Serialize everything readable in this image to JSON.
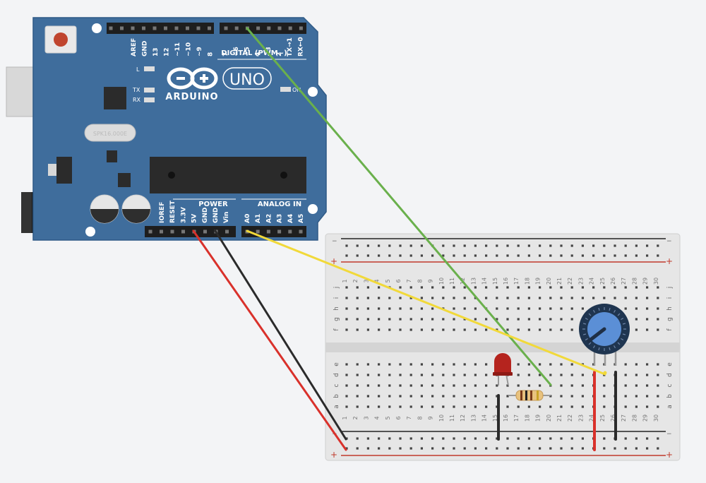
{
  "arduino": {
    "brand": "ARDUINO",
    "model": "UNO",
    "digital_header_label": "DIGITAL (PWM~)",
    "power_header_label": "POWER",
    "analog_header_label": "ANALOG IN",
    "led_labels": {
      "l": "L",
      "tx": "TX",
      "rx": "RX",
      "on": "ON"
    },
    "crystal_label": "SPK16.000E",
    "digital_pins_left": [
      "AREF",
      "GND",
      "13",
      "12",
      "~11",
      "~10",
      "~9",
      "8"
    ],
    "digital_pins_right": [
      "7",
      "~6",
      "~5",
      "4",
      "~3",
      "2",
      "TX→1",
      "RX←0"
    ],
    "power_pins": [
      "IOREF",
      "RESET",
      "3.3V",
      "5V",
      "GND",
      "GND",
      "Vin"
    ],
    "analog_pins": [
      "A0",
      "A1",
      "A2",
      "A3",
      "A4",
      "A5"
    ]
  },
  "breadboard": {
    "columns": 30,
    "rows_top": [
      "j",
      "i",
      "h",
      "g",
      "f"
    ],
    "rows_bottom": [
      "e",
      "d",
      "c",
      "b",
      "a"
    ],
    "rail_minus": "−",
    "rail_plus": "+"
  },
  "wires": [
    {
      "name": "wire-digital-5",
      "color": "#6ab04c"
    },
    {
      "name": "wire-analog-a0",
      "color": "#f1d93a"
    },
    {
      "name": "wire-5v",
      "color": "#d9312b"
    },
    {
      "name": "wire-gnd",
      "color": "#2b2b2b"
    }
  ],
  "components": {
    "led_color": "#b5241e",
    "potentiometer_color": "#5b8fd6"
  }
}
